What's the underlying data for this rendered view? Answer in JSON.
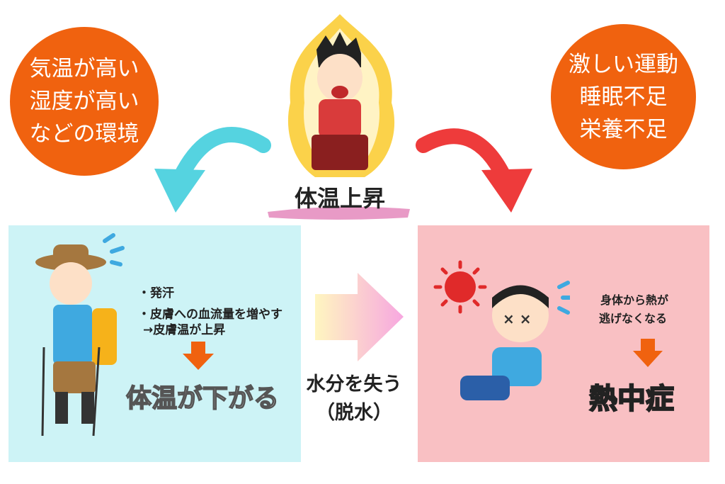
{
  "causes_environment": [
    "気温が高い",
    "湿度が高い",
    "などの環境"
  ],
  "causes_body": [
    "激しい運動",
    "睡眠不足",
    "栄養不足"
  ],
  "center_title": "体温上昇",
  "left_panel": {
    "bullets": [
      "・発汗",
      "・皮膚への血流量を増やす",
      "→皮膚温が上昇"
    ],
    "result": "体温が下がる"
  },
  "middle": {
    "line1": "水分を失う",
    "line2": "（脱水）"
  },
  "right_panel": {
    "text": [
      "身体から熱が",
      "逃げなくなる"
    ],
    "result": "熱中症"
  },
  "colors": {
    "orange": "#f0620f",
    "cyan_panel": "#cdf3f6",
    "pink_panel": "#f9c0c3",
    "cyan_arrow": "#55d3e0",
    "red_arrow": "#ee3b3b",
    "heat_text": "#f6b21a"
  }
}
